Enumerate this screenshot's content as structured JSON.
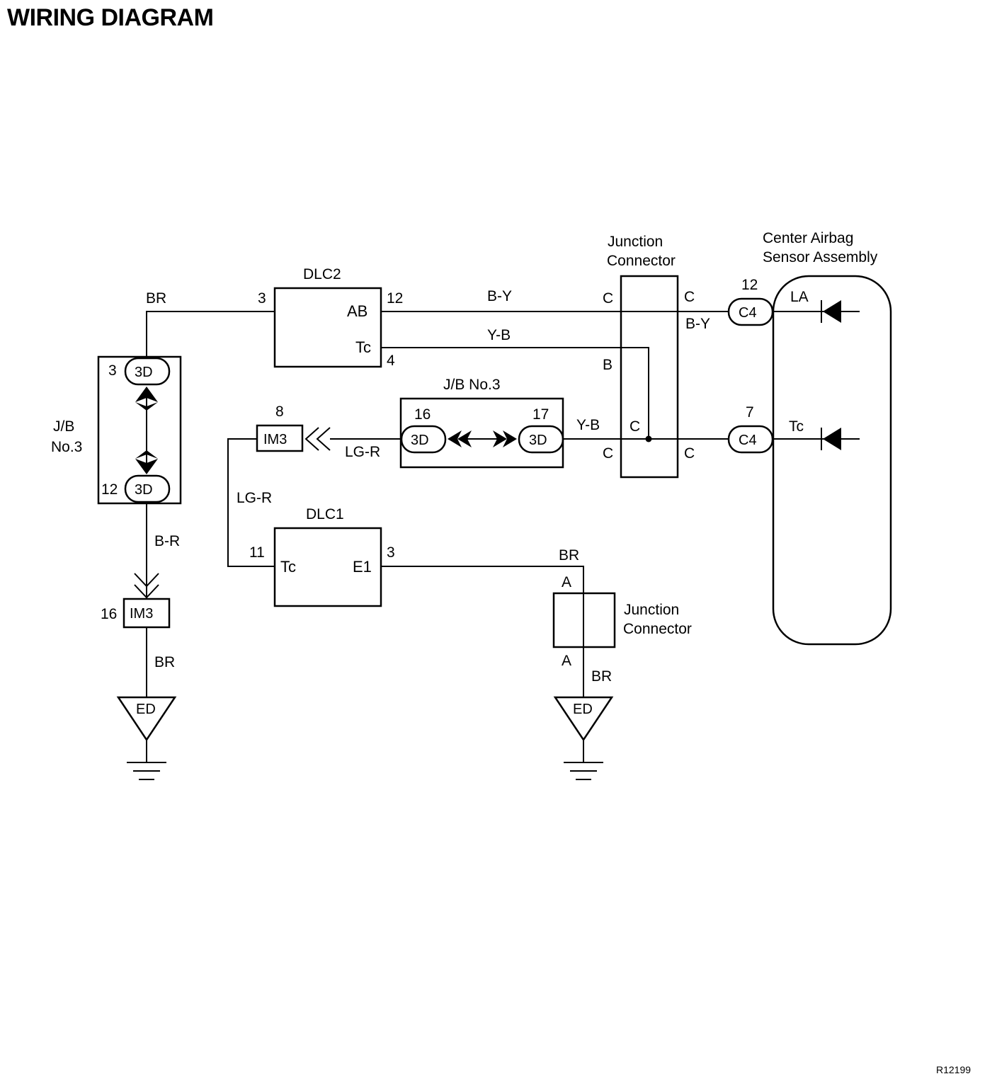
{
  "title": "WIRING DIAGRAM",
  "figure_ref": "R12199",
  "components": {
    "dlc2": {
      "name": "DLC2",
      "pin_ab": "AB",
      "pin_tc": "Tc",
      "pin_num_3": "3",
      "pin_num_12": "12",
      "pin_num_4": "4"
    },
    "dlc1": {
      "name": "DLC1",
      "pin_tc": "Tc",
      "pin_e1": "E1",
      "pin_num_11": "11",
      "pin_num_3": "3"
    },
    "jb_left": {
      "name_line1": "J/B",
      "name_line2": "No.3",
      "conn_top": "3D",
      "conn_top_pin": "3",
      "conn_bottom": "3D",
      "conn_bottom_pin": "12"
    },
    "jb_mid": {
      "name": "J/B No.3",
      "conn_left": "3D",
      "conn_left_pin": "16",
      "conn_right": "3D",
      "conn_right_pin": "17"
    },
    "im3_upper": {
      "name": "IM3",
      "pin": "8"
    },
    "im3_lower": {
      "name": "IM3",
      "pin": "16"
    },
    "junction_upper": {
      "name_line1": "Junction",
      "name_line2": "Connector",
      "pin_c_top_left": "C",
      "pin_c_top_right": "C",
      "pin_b": "B",
      "pin_c_mid_left": "C",
      "pin_c_bot_left": "C",
      "pin_c_bot_right": "C"
    },
    "junction_lower": {
      "name_line1": "Junction",
      "name_line2": "Connector",
      "pin_a_top": "A",
      "pin_a_bottom": "A"
    },
    "airbag_sensor": {
      "name_line1": "Center Airbag",
      "name_line2": "Sensor Assembly",
      "conn_la": "C4",
      "conn_la_pin": "12",
      "terminal_la": "LA",
      "conn_tc": "C4",
      "conn_tc_pin": "7",
      "terminal_tc": "Tc"
    },
    "ground_left": {
      "name": "ED"
    },
    "ground_right": {
      "name": "ED"
    }
  },
  "wires": {
    "br_top": "BR",
    "b_y": "B-Y",
    "b_y_right": "B-Y",
    "y_b_upper": "Y-B",
    "y_b_lower": "Y-B",
    "lg_r_horizontal": "LG-R",
    "lg_r_vertical": "LG-R",
    "b_r": "B-R",
    "br_left_ground": "BR",
    "br_dlc1": "BR",
    "br_right_ground": "BR"
  },
  "icons": [
    "ground-icon",
    "diode-icon",
    "connector-arrow-icon"
  ]
}
